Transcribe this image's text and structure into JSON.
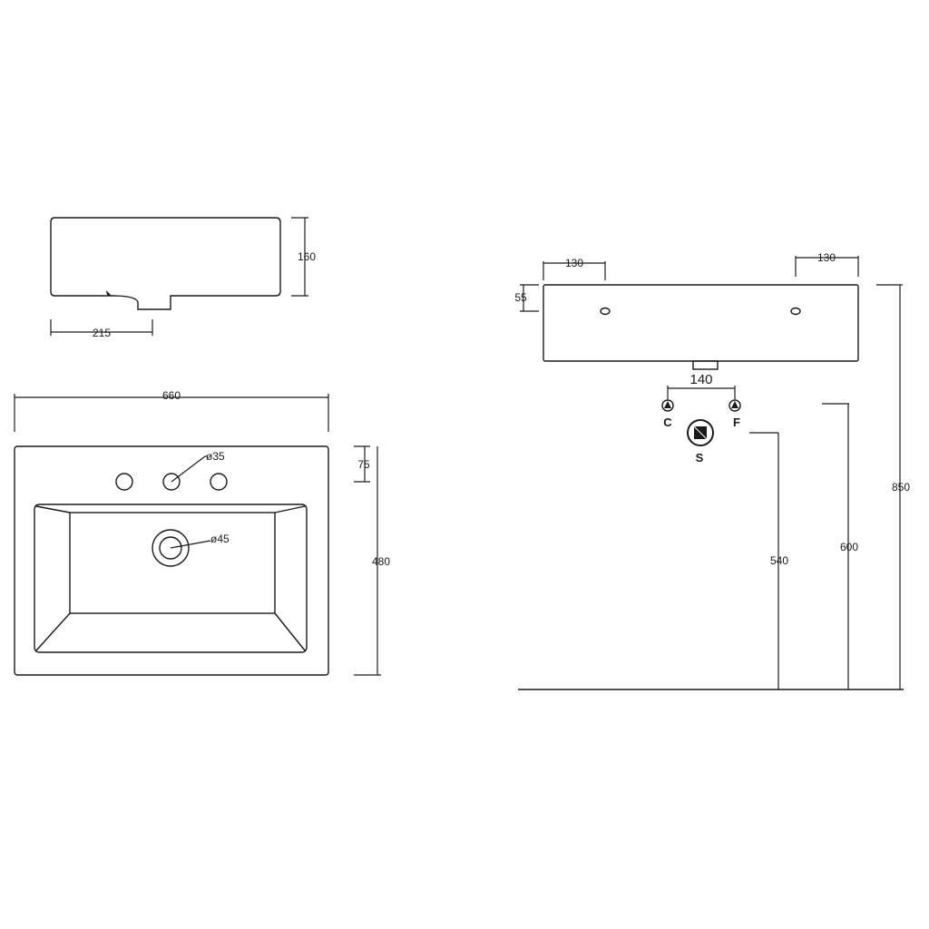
{
  "side_view": {
    "height_label": "160",
    "waste_offset_label": "215"
  },
  "top_view": {
    "width_label": "660",
    "depth_label": "480",
    "tap_edge_label": "75",
    "tap_hole_label": "ø35",
    "waste_hole_label": "ø45"
  },
  "front_view": {
    "left_bracket_label": "130",
    "right_bracket_label": "130",
    "bracket_height_label": "55",
    "inlet_spacing_label": "140",
    "cold_label": "C",
    "hot_label": "F",
    "waste_label": "S",
    "waste_height_label": "540",
    "inlet_height_label": "600",
    "basin_height_label": "850"
  }
}
